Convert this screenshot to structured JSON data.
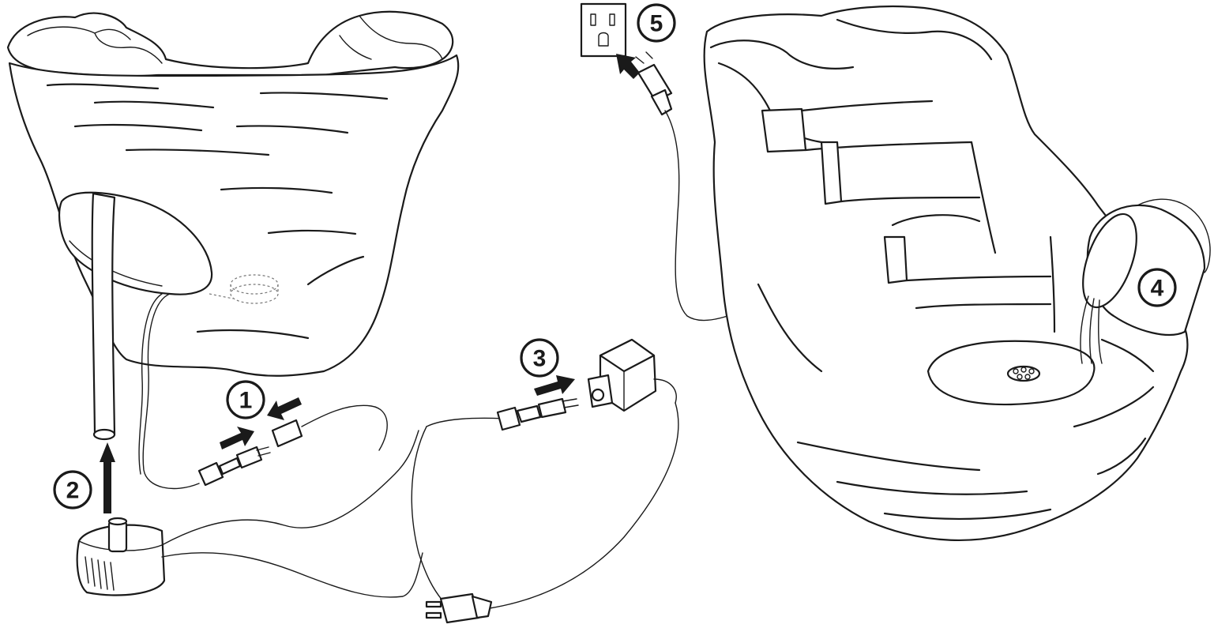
{
  "steps": [
    {
      "label": "1"
    },
    {
      "label": "2"
    },
    {
      "label": "3"
    },
    {
      "label": "4"
    },
    {
      "label": "5"
    }
  ],
  "colors": {
    "line": "#1a1a1a",
    "background": "#ffffff",
    "hidden_line": "#777777"
  },
  "icons": [
    "fountain-basin-illustration",
    "waterfall-fountain-illustration",
    "pump-icon",
    "tube-icon",
    "power-adapter-icon",
    "wall-outlet-icon",
    "watering-can-icon",
    "plug-icon",
    "connector-icon",
    "arrow-icon"
  ]
}
